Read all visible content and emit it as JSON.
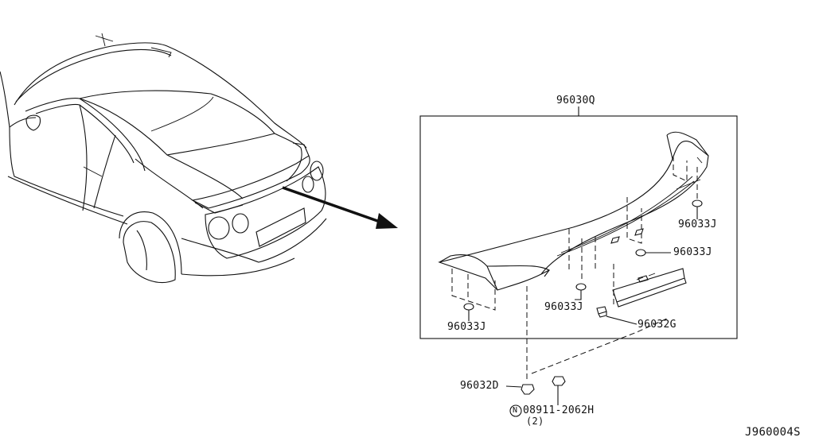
{
  "diagram": {
    "assembly_part": "96030Q",
    "callouts": {
      "clip_right_top": "96033J",
      "clip_right_mid": "96033J",
      "clip_center": "96033J",
      "clip_left": "96033J",
      "lamp_clip": "96032G",
      "grommet": "96032D",
      "nut": "08911-2062H",
      "nut_qty": "(2)"
    },
    "nut_symbol": "N",
    "drawing_id": "J960004S"
  }
}
